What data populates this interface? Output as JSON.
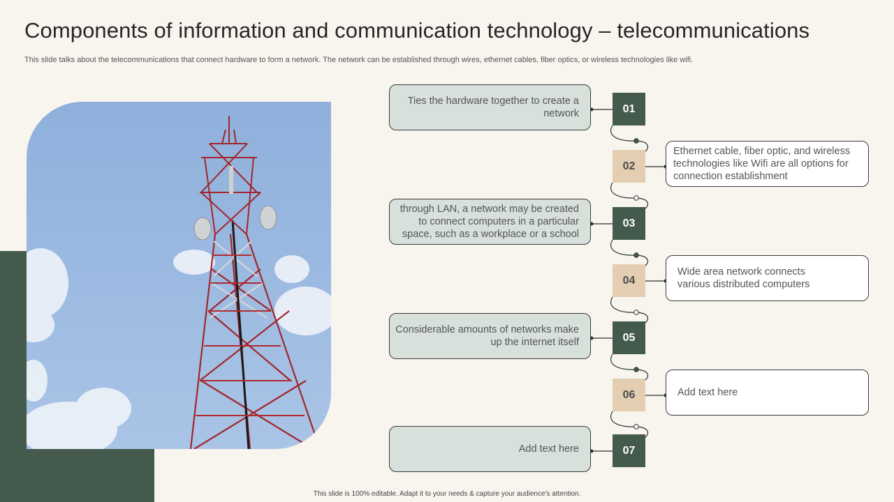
{
  "header": {
    "title": "Components of information and communication technology – telecommunications",
    "subtitle": "This slide talks about the telecommunications that connect hardware to form a network. The network can be established through wires, ethernet cables, fiber optics, or wireless technologies like wifi."
  },
  "colors": {
    "accent_green": "#435a4c",
    "accent_tan": "#e3ceb2",
    "box_fill": "#d7e0da",
    "background": "#f8f5ef"
  },
  "steps": [
    {
      "number": "01",
      "text": "Ties the hardware together to create a network"
    },
    {
      "number": "02",
      "text": "Ethernet cable, fiber optic, and wireless technologies like Wifi are all options for connection establishment"
    },
    {
      "number": "03",
      "text": "through LAN, a network may be created to connect computers in a particular space, such as a workplace or a school"
    },
    {
      "number": "04",
      "text": "Wide area network connects various distributed computers"
    },
    {
      "number": "05",
      "text": "Considerable amounts of networks make up the internet itself"
    },
    {
      "number": "06",
      "text": "Add text here"
    },
    {
      "number": "07",
      "text": "Add text here"
    }
  ],
  "footer": {
    "text": "This slide is 100% editable. Adapt it to your needs & capture your audience's attention."
  }
}
